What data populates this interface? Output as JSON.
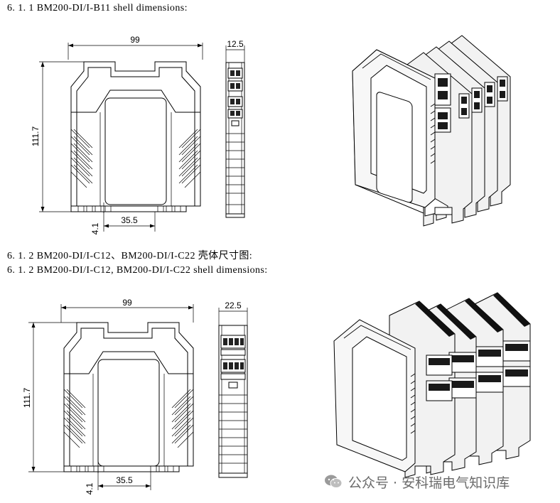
{
  "headings": {
    "b11_en": "6. 1. 1  BM200-DI/I-B11  shell  dimensions:",
    "c12_cn": "6. 1. 2  BM200-DI/I-C12、BM200-DI/I-C22 壳体尺寸图:",
    "c12_en": "6. 1. 2  BM200-DI/I-C12,  BM200-DI/I-C22  shell  dimensions:"
  },
  "b11_drawing": {
    "width": "99",
    "height": "111.7",
    "side_width": "12.5",
    "foot_offset": "4.1",
    "rail_width": "35.5"
  },
  "c12_drawing": {
    "width": "99",
    "height": "111.7",
    "side_width": "22.5",
    "foot_offset": "4.1",
    "rail_width": "35.5"
  },
  "watermark": {
    "text": "公众号 · 安科瑞电气知识库",
    "icon": "wechat-icon"
  }
}
